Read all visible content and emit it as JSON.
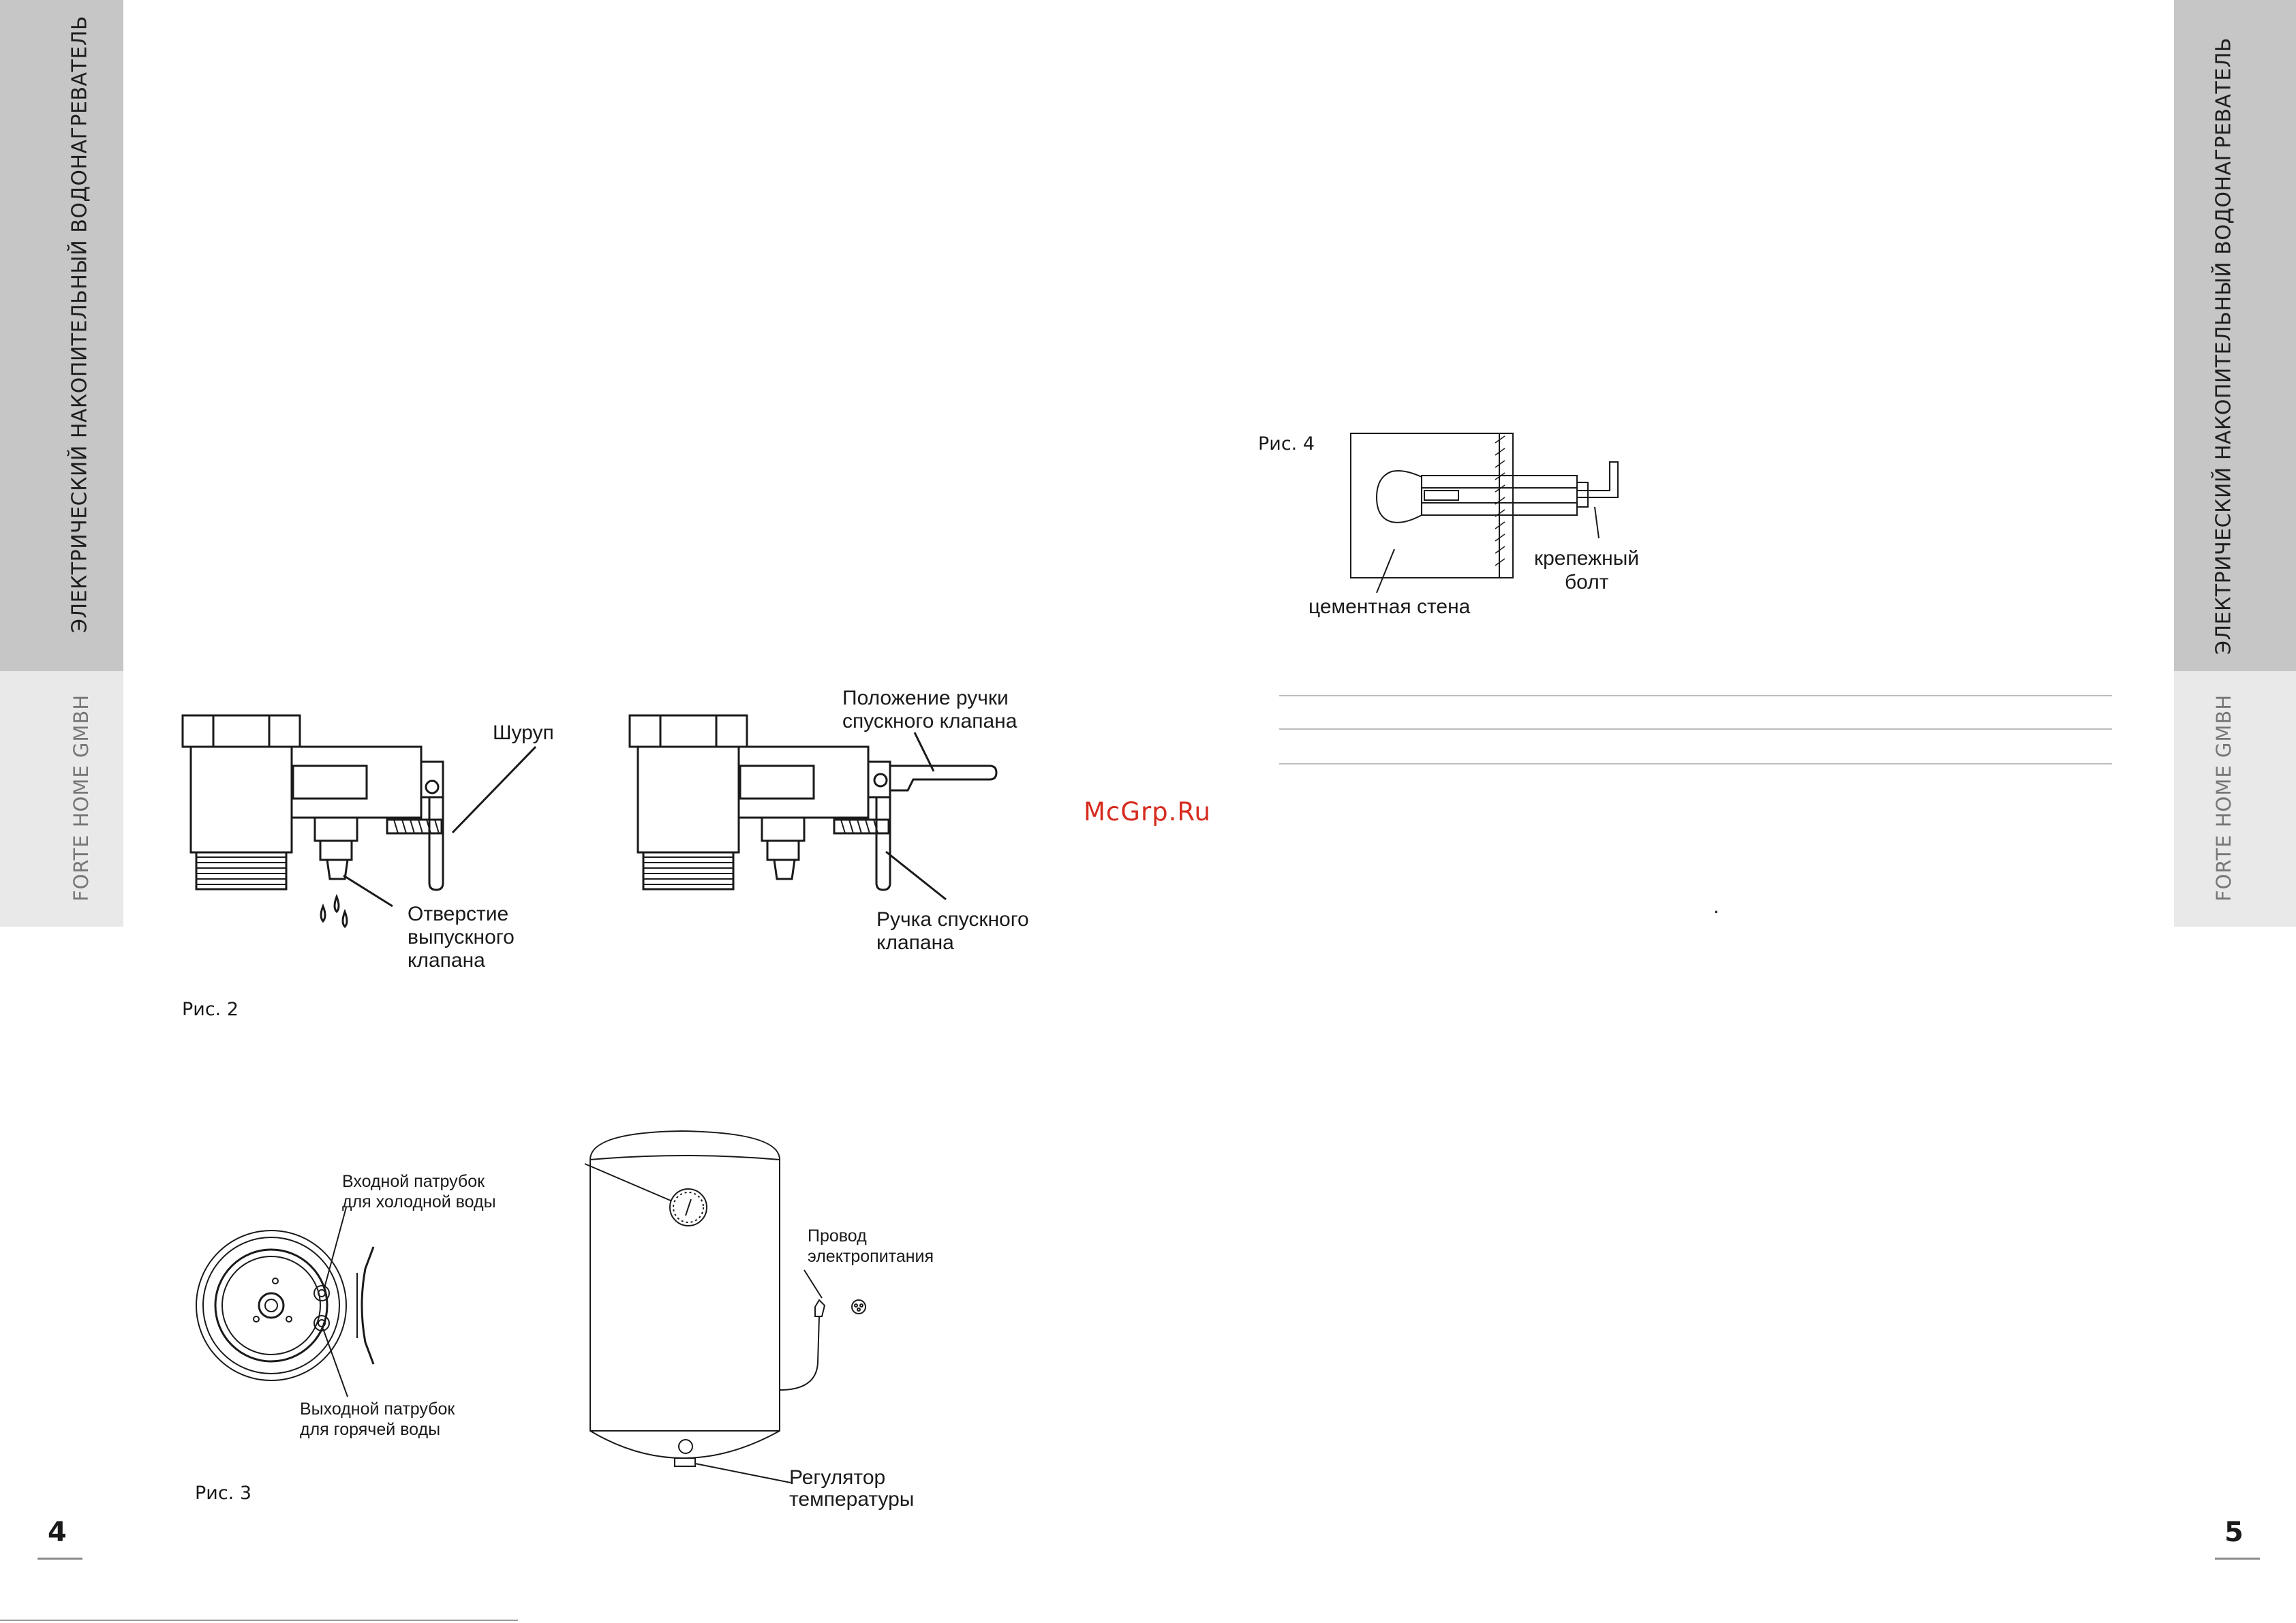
{
  "side_title": "ЭЛЕКТРИЧЕСКИЙ НАКОПИТЕЛЬНЫЙ ВОДОНАГРЕВАТЕЛЬ",
  "brand": "FORTE HOME GMBH",
  "page_left": "4",
  "page_right": "5",
  "watermark": "McGrp.Ru",
  "stray_dot": ".",
  "fig2": {
    "caption": "Рис. 2",
    "screw": "Шуруп",
    "outlet_hole": [
      "Отверстие",
      "выпускного",
      "клапана"
    ],
    "handle_position": [
      "Положение ручки",
      "спускного клапана"
    ],
    "valve_handle": [
      "Ручка спускного",
      "клапана"
    ]
  },
  "fig3": {
    "caption": "Рис. 3",
    "cold_inlet": [
      "Входной патрубок",
      "для холодной воды"
    ],
    "hot_outlet": [
      "Выходной патрубок",
      "для горячей воды"
    ],
    "power_cord": [
      "Провод",
      "электропитания"
    ],
    "temp_regulator": [
      "Регулятор",
      "температуры"
    ]
  },
  "fig4": {
    "caption": "Рис. 4",
    "bolt": [
      "крепежный",
      "болт"
    ],
    "wall": "цементная стена"
  },
  "colors": {
    "tab_dark": "#c6c6c6",
    "tab_light": "#e9e9e9",
    "watermark": "#d62b1e"
  }
}
